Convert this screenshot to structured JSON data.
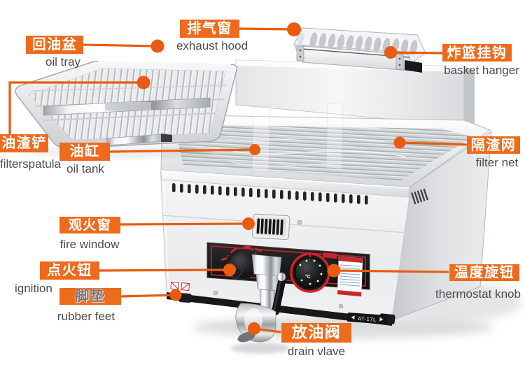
{
  "title": "Gas fryer parts diagram",
  "colors": {
    "accent_box": "#ED6B1D",
    "leader_line": "#E95C0F",
    "box_text": "#FFFFFF",
    "en_text": "#4B4C4E",
    "muted_zh_text": "#77787B",
    "panel_red": "#C2272D"
  },
  "machine": {
    "model_label": "AT-17L",
    "thermostat_unit": "°C"
  },
  "labels": [
    {
      "id": "oil-tray",
      "zh": "回油盆",
      "en": "oil tray"
    },
    {
      "id": "exhaust-hood",
      "zh": "排气窗",
      "en": "exhaust hood"
    },
    {
      "id": "basket-hanger",
      "zh": "炸篮挂钩",
      "en": "basket hanger"
    },
    {
      "id": "filter-spatula",
      "zh": "油渣铲",
      "en": "filterspatula"
    },
    {
      "id": "oil-tank",
      "zh": "油缸",
      "en": "oil tank"
    },
    {
      "id": "filter-net",
      "zh": "隔渣网",
      "en": "filter net"
    },
    {
      "id": "fire-window",
      "zh": "观火窗",
      "en": "fire window"
    },
    {
      "id": "ignition",
      "zh": "点火钮",
      "en": "ignition"
    },
    {
      "id": "rubber-feet",
      "zh": "脚垫",
      "en": "rubber feet"
    },
    {
      "id": "thermostat-knob",
      "zh": "温度旋钮",
      "en": "thermostat knob"
    },
    {
      "id": "drain-valve",
      "zh": "放油阀",
      "en": "drain vlave"
    }
  ]
}
